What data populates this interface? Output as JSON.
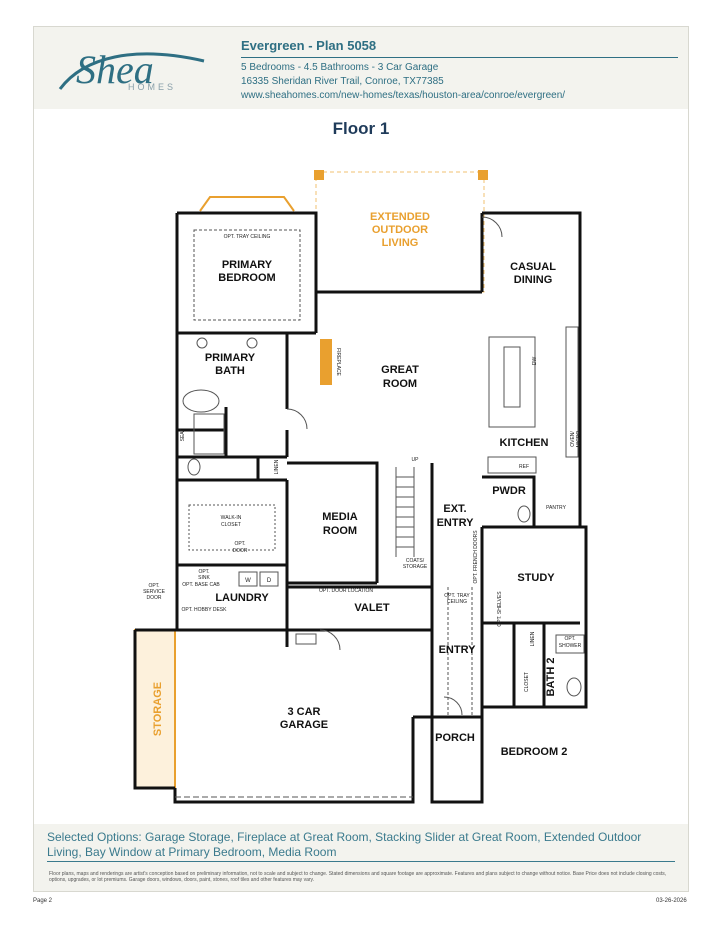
{
  "brand": {
    "logo_text": "Shea",
    "logo_sub": "HOMES"
  },
  "header": {
    "plan_title": "Evergreen - Plan 5058",
    "specs": "5 Bedrooms - 4.5 Bathrooms - 3 Car Garage",
    "address": "16335 Sheridan River Trail, Conroe, TX77385",
    "url": "www.sheahomes.com/new-homes/texas/houston-area/conroe/evergreen/"
  },
  "floor_title": "Floor 1",
  "rooms": {
    "extended_1": "EXTENDED",
    "extended_2": "OUTDOOR",
    "extended_3": "LIVING",
    "primary_bedroom_1": "PRIMARY",
    "primary_bedroom_2": "BEDROOM",
    "casual_dining_1": "CASUAL",
    "casual_dining_2": "DINING",
    "primary_bath_1": "PRIMARY",
    "primary_bath_2": "BATH",
    "great_room_1": "GREAT",
    "great_room_2": "ROOM",
    "kitchen": "KITCHEN",
    "pwdr": "PWDR",
    "ext_entry_1": "EXT.",
    "ext_entry_2": "ENTRY",
    "media_room_1": "MEDIA",
    "media_room_2": "ROOM",
    "study": "STUDY",
    "laundry": "LAUNDRY",
    "valet": "VALET",
    "entry": "ENTRY",
    "bath2": "BATH 2",
    "garage_1": "3 CAR",
    "garage_2": "GARAGE",
    "storage": "STORAGE",
    "porch": "PORCH",
    "bedroom2": "BEDROOM 2"
  },
  "small_labels": {
    "opt_tray_ceiling": "OPT. TRAY CEILING",
    "fireplace": "FIREPLACE",
    "seat": "SEAT",
    "linen": "LINEN",
    "walkin_1": "WALK-IN",
    "walkin_2": "CLOSET",
    "opt_door": "OPT.",
    "door": "DOOR",
    "dw": "DW",
    "ref": "REF",
    "oven_1": "OVEN/",
    "oven_2": "MICRO",
    "pantry": "PANTRY",
    "up": "UP",
    "opt_sink_1": "OPT.",
    "opt_sink_2": "SINK",
    "opt_base_cab": "OPT. BASE CAB",
    "washer": "W",
    "dryer": "D",
    "opt_hobby_desk": "OPT. HOBBY DESK",
    "opt_service_1": "OPT.",
    "opt_service_2": "SERVICE",
    "opt_service_3": "DOOR",
    "coats_1": "COATS/",
    "coats_2": "STORAGE",
    "opt_door_location": "OPT. DOOR LOCATION",
    "opt_french_doors": "OPT. FRENCH DOORS",
    "entry_tray_1": "OPT. TRAY",
    "entry_tray_2": "CEILING",
    "opt_shelves": "OPT. SHELVES",
    "linen2": "LINEN",
    "opt_shower_1": "OPT.",
    "opt_shower_2": "SHOWER",
    "closet": "CLOSET"
  },
  "footer": {
    "selected_options": "Selected Options: Garage Storage, Fireplace at Great Room, Stacking Slider at Great Room, Extended Outdoor Living, Bay Window at Primary Bedroom, Media Room",
    "disclaimer": "Floor plans, maps and renderings are artist's conception based on preliminary information, not to scale and subject to change. Stated dimensions and square footage are approximate. Features and plans subject to change without notice. Base Price does not include closing costs, options, upgrades, or lot premiums. Garage doors, windows, doors, paint, stones, roof tiles and other features may vary.",
    "page": "Page 2",
    "date": "03-26-2026"
  },
  "colors": {
    "brand_blue": "#2e6f83",
    "title_navy": "#1f3b5a",
    "option_orange": "#e9a02f",
    "header_bg": "#f3f3ee"
  }
}
